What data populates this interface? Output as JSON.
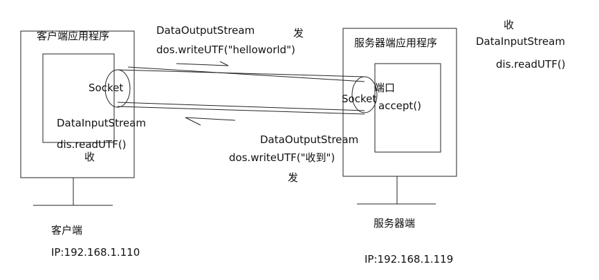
{
  "client": {
    "app_title": "客户端应用程序",
    "socket_label": "Socket",
    "input_stream": "DataInputStream",
    "read_call": "dis.readUTF()",
    "receive": "收",
    "machine_name": "客户端",
    "ip": "IP:192.168.1.110"
  },
  "server": {
    "app_title": "服务器端应用程序",
    "socket_label": "Socket",
    "port_label": "端口",
    "accept_call": "accept()",
    "machine_name": "服务器端",
    "ip": "IP:192.168.1.119",
    "receive": "收",
    "input_stream": "DataInputStream",
    "read_call": "dis.readUTF()"
  },
  "flow_to_server": {
    "output_stream": "DataOutputStream",
    "send": "发",
    "write_call": "dos.writeUTF(\"helloworld\")"
  },
  "flow_to_client": {
    "output_stream": "DataOutputStream",
    "write_call": "dos.writeUTF(\"收到\")",
    "send": "发"
  }
}
